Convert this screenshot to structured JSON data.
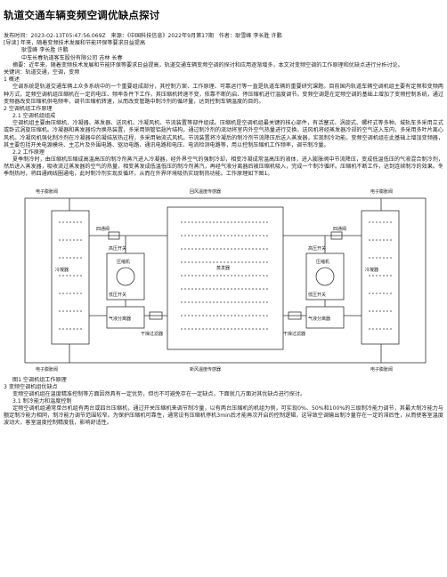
{
  "title": "轨道交通车辆变频空调优缺点探讨",
  "meta": {
    "published": "发布时间：2023-02-13T05:47:56.069Z",
    "source": "来源：《中国科技信息》2022年9月第17期",
    "authors": "作者：耿雪峰 李长胜 许鹏"
  },
  "guide": "[导读] 年来，随着变频技术发展和节能环保等要求日益提高",
  "author_line": "耿雪峰 李长胜 许鹏",
  "affiliation": "中车长春轨道客车股份有限公司 吉林 长春",
  "abstract": "摘要：近年来，随着变频技术发展和节能环保等要求日益提高，轨道交通车辆变频空调的探讨和应用逐渐增多，本文对变频空调的工作原理和优缺点进行分析讨论。",
  "keywords": "关键词：轨道交通，空调，变频",
  "sections": {
    "s1": "1 概述",
    "s1_p": "空调系统是轨道交通车辆上众多系统中的一个重要组成部分，其控制方案、工作原理、可靠运行等一直是轨道车辆的重要研究课题。目前国内轨道车辆空调机组主要有定频和变频两种方式，定频空调机组压缩机在一定的电压、频率条件下工作，其压缩机转速不变，依靠不断的启、停压缩机进行温度调节。变频空调是在定频空调的基础上增加了变频控制系统，通过变频器改变压缩机供电频率，调节压缩机转速，从而改变管路中制冷剂的循环量，达到控制车辆温度的目的。",
    "s2": "2 空调机组工作原理",
    "s21": "2.1 空调机组组成",
    "s21_p": "空调机组主要由压缩机、冷凝器、蒸发器、送风机、冷凝风机、节流装置等部件组成。压缩机是空调机组最关键的核心部件，有活塞式、涡旋式、螺杆式等多种。城轨车多采用立式或卧式涡旋压缩机。冷凝器和蒸发器均为换热装置，多采用铜管铝翅片结构，通过制冷剂的流动将室内外空气热量进行交换。送风机将经蒸发器冷却的空气送入车内，多采用多叶片离心风机。冷凝风机强化制冷剂在冷凝器中的凝结放热过程，多采用轴流式风机。节流装置将冷凝后的制冷剂节流降压后送入蒸发器，实现制冷功能。变频空调机组在此基础上增加变频器，其主要包括开关电源模块、主芯片及外围电路、驱动电路、通讯电路和电压、电流检测电路等，用以控制压缩机工作频率，调节制冷量。",
    "s22": "2.2 工作原理",
    "s22_p": "夏季制冷时，由压缩机压缩成高温高压的制冷剂蒸汽进入冷凝器，经外界空气的强制冷却，相变冷凝成常温高压的液体，进入膨胀阀中节流降压，变成低温低压的气液混合制冷剂，然后进入蒸发器，吸收流过蒸发器的空气的热量，相变蒸发成低温低压的制冷剂蒸汽，再经气液分离器后被压缩机吸入，完成一个制冷循环。压缩机不断工作，达到连续制冷的效果。冬季制热时，将四通阀线圈通电，此时制冷剂实现反循环，从而在外界环境吸热实现制热功能。工作原理如下图1。",
    "fig_caption": "图1 空调机组工作原理",
    "s3": "3 变频空调机组优缺点",
    "s3_p": "变频空调机组在温度精准控制等方面因然具有一定优势，但也不可避免存在一定缺点，下面就几方面对其优缺点进行探讨。",
    "s31": "3.1 制冷能力和温度控制",
    "s31_p": "定频空调机组通常单台机组有两台或四台压缩机，通过开关压缩机来调节制冷量，以有两台压缩机的机组为例，可实现0%、50%和100%的三级制冷能力调节，其最大制冷能力与额定制冷能力相同，制冷能力调节范围较窄。为保护压缩机可靠性，通常设有压缩机停机3min后才能再次开启的控制逻辑，这导致空调输出制冷量存在一定的滞后性，从而使客室温度波动大，客室温度控制精度低，影响舒适性。"
  },
  "figure_labels": {
    "top_left": "电子膨胀阀",
    "top_center": "回风温度传感器",
    "top_right": "电子膨胀阀",
    "left_cond": "冷凝器",
    "right_cond": "冷凝器",
    "evap": "蒸发器",
    "hp_l": "高压开关",
    "hp_r": "高压开关",
    "lp_l": "低压开关",
    "lp_r": "低压开关",
    "comp_l": "压缩机",
    "comp_r": "压缩机",
    "sep_l": "气液分离器",
    "sep_r": "气液分离器",
    "valve_l": "四通阀",
    "valve_r": "四通阀",
    "filter_l": "干燥过滤器",
    "filter_r": "干燥过滤器",
    "bottom_left": "电子膨胀阀",
    "bottom_center": "新风温度传感器",
    "bottom_right": "电子膨胀阀"
  },
  "colors": {
    "text": "#222222",
    "line": "#333333"
  }
}
